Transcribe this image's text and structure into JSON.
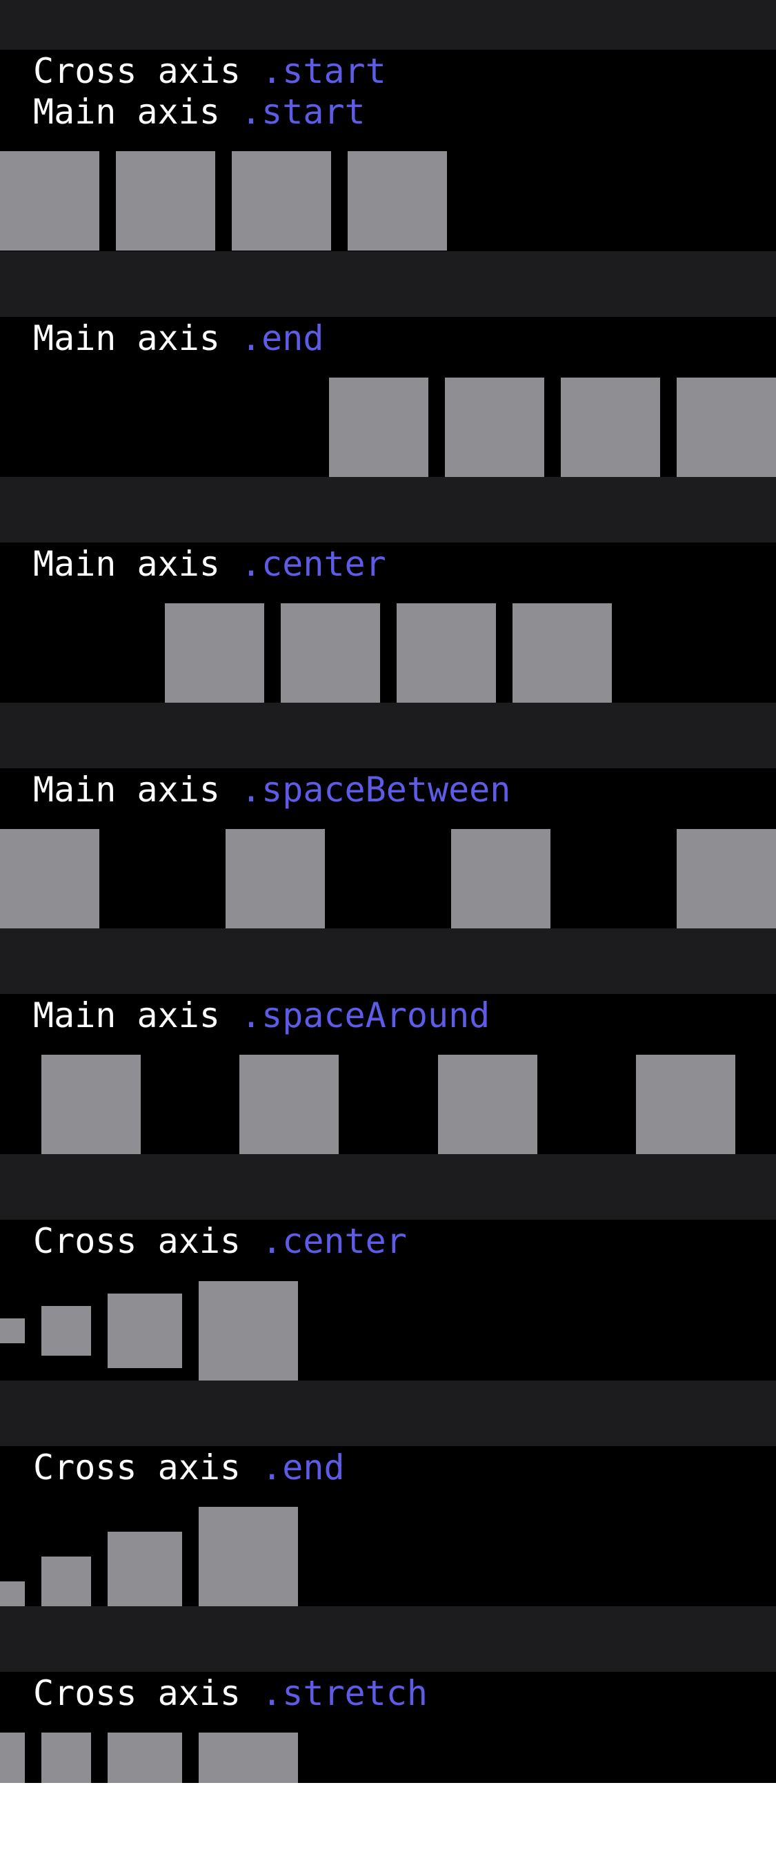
{
  "colors": {
    "background": "#000000",
    "separator": "#1c1c1e",
    "text": "#ffffff",
    "keyword": "#5e5ce6",
    "box": "#8e8e93",
    "page": "#ffffff"
  },
  "sections": [
    {
      "lines": [
        {
          "axis": "Cross axis",
          "value": ".start"
        },
        {
          "axis": "Main axis",
          "value": ".start"
        }
      ]
    },
    {
      "lines": [
        {
          "axis": "Main axis",
          "value": ".end"
        }
      ]
    },
    {
      "lines": [
        {
          "axis": "Main axis",
          "value": ".center"
        }
      ]
    },
    {
      "lines": [
        {
          "axis": "Main axis",
          "value": ".spaceBetween"
        }
      ]
    },
    {
      "lines": [
        {
          "axis": "Main axis",
          "value": ".spaceAround"
        }
      ]
    },
    {
      "lines": [
        {
          "axis": "Cross axis",
          "value": ".center"
        }
      ]
    },
    {
      "lines": [
        {
          "axis": "Cross axis",
          "value": ".end"
        }
      ]
    },
    {
      "lines": [
        {
          "axis": "Cross axis",
          "value": ".stretch"
        }
      ]
    }
  ]
}
